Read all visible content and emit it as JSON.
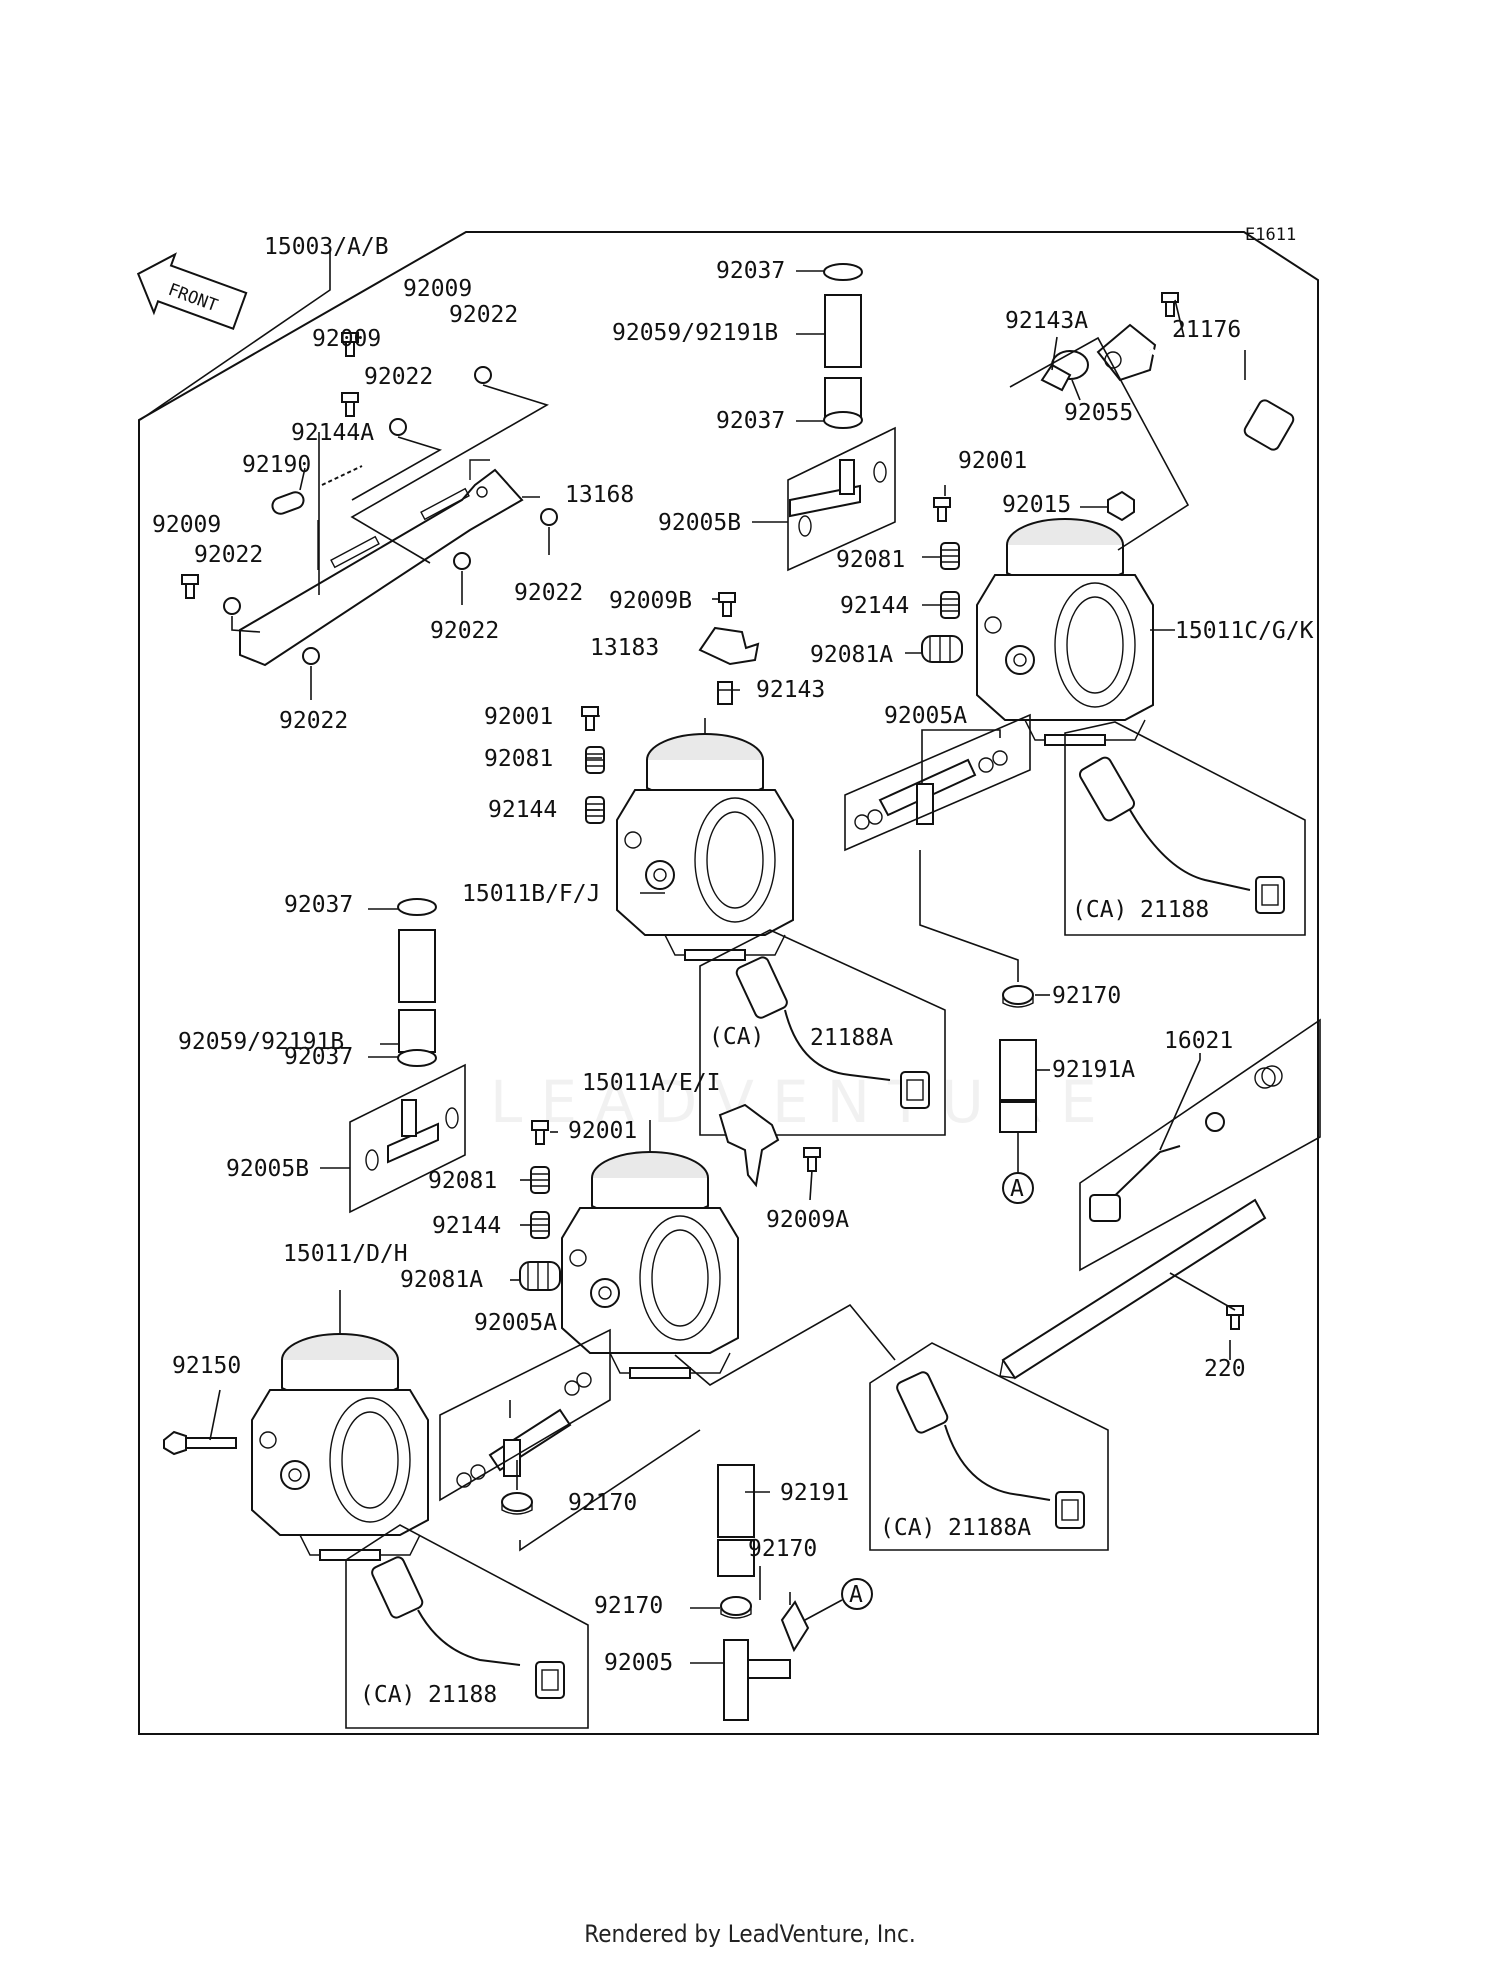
{
  "diagram": {
    "code": "E1611",
    "front_arrow": "FRONT",
    "callout_letter": "A",
    "watermark": "LEADVENTURE",
    "labels": {
      "p15003": "15003/A/B",
      "p92009_a": "92009",
      "p92022_a": "92022",
      "p92009_b": "92009",
      "p92022_b": "92022",
      "p92144A": "92144A",
      "p92190": "92190",
      "p13168": "13168",
      "p92009_c": "92009",
      "p92022_c": "92022",
      "p92022_d": "92022",
      "p92022_e": "92022",
      "p92022_f": "92022",
      "p92037_a": "92037",
      "p92059_a": "92059/92191B",
      "p92037_b": "92037",
      "p92005B_a": "92005B",
      "p92009B": "92009B",
      "p13183": "13183",
      "p92143": "92143",
      "p92001_a": "92001",
      "p92081_a": "92081",
      "p92144_a": "92144",
      "p15011BFJ": "15011B/F/J",
      "p92143A": "92143A",
      "p21176": "21176",
      "p92055": "92055",
      "p92001_b": "92001",
      "p92015": "92015",
      "p92081_b": "92081",
      "p92144_b": "92144",
      "p92081A_a": "92081A",
      "p15011CGK": "15011C/G/K",
      "p92005A_a": "92005A",
      "ca_1": "(CA)",
      "p21188_a": "21188",
      "p92037_c": "92037",
      "p92059_b": "92059/92191B",
      "p92037_d": "92037",
      "p92005B_b": "92005B",
      "ca_2": "(CA)",
      "p21188A_a": "21188A",
      "p92170_a": "92170",
      "p92191A": "92191A",
      "p16021": "16021",
      "p15011AEI": "15011A/E/I",
      "p92001_c": "92001",
      "p92081_c": "92081",
      "p92144_c": "92144",
      "p92009A": "92009A",
      "p92081A_b": "92081A",
      "p15011DH": "15011/D/H",
      "p92150": "92150",
      "p92005A_b": "92005A",
      "p92170_b": "92170",
      "p92191": "92191",
      "p92170_c": "92170",
      "p92170_d": "92170",
      "p92005": "92005",
      "p220": "220",
      "ca_3": "(CA)",
      "p21188A_b": "21188A",
      "ca_4": "(CA)",
      "p21188_b": "21188"
    }
  },
  "footer": "Rendered by LeadVenture, Inc."
}
